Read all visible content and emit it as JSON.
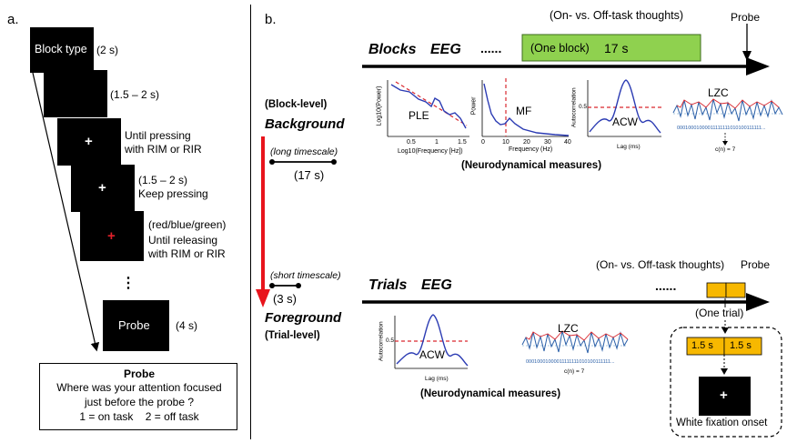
{
  "panel_a": {
    "label": "a.",
    "screens": [
      {
        "text": "Block type",
        "duration": "(2 s)"
      },
      {
        "text": "",
        "duration": "(1.5 – 2 s)"
      },
      {
        "text": "+",
        "note_line1": "Until pressing",
        "note_line2": "with RIM or RIR"
      },
      {
        "text": "+",
        "note_line1": "(1.5 – 2 s)",
        "note_line2": "Keep pressing"
      },
      {
        "text": "+",
        "note_line1": "(red/blue/green)",
        "note_line2": "Until releasing",
        "note_line3": "with RIM or RIR"
      },
      {
        "text": "Probe",
        "duration": "(4 s)"
      }
    ],
    "ellipsis": "⋮",
    "probe_box": {
      "title": "Probe",
      "line1": "Where was your attention focused",
      "line2": "just before the probe ?",
      "line3": "1 = on task    2 = off task"
    }
  },
  "panel_b": {
    "label": "b.",
    "top": {
      "header": "(On- vs. Off-task thoughts)",
      "probe": "Probe",
      "blocks": "Blocks",
      "eeg": "EEG",
      "dots": "......",
      "block_label": "(One block)",
      "block_duration": "17 s",
      "block_level": "(Block-level)",
      "background": "Background",
      "long_timescale": "(long timescale)",
      "long_duration": "(17 s)",
      "ple": "PLE",
      "mf": "MF",
      "acw": "ACW",
      "lzc": "LZC",
      "measures": "(Neurodynamical measures)",
      "ple_ylabel": "Log10(Power)",
      "ple_xlabel": "Log10(Frequency [Hz])",
      "ple_xticks": [
        "0.5",
        "1",
        "1.5"
      ],
      "mf_ylabel": "Power",
      "mf_xlabel": "Frequency (Hz)",
      "mf_xticks": [
        "0",
        "10",
        "20",
        "30",
        "40"
      ],
      "acw_ylabel": "Autocorrelation",
      "acw_xlabel": "Lag (ms)",
      "acw_ytick": "0.5",
      "lzc_bits": "00010001000011111111010100111111...",
      "lzc_count": "c(n) = 7"
    },
    "bottom": {
      "header": "(On- vs. Off-task thoughts)",
      "probe": "Probe",
      "trials": "Trials",
      "eeg": "EEG",
      "dots": "......",
      "short_timescale": "(short timescale)",
      "short_duration": "(3 s)",
      "foreground": "Foreground",
      "trial_level": "(Trial-level)",
      "one_trial": "(One trial)",
      "seg1": "1.5 s",
      "seg2": "1.5 s",
      "fixation_symbol": "+",
      "fixation_label": "White fixation onset",
      "acw": "ACW",
      "lzc": "LZC",
      "measures": "(Neurodynamical measures)",
      "acw_ylabel": "Autocorrelation",
      "acw_xlabel": "Lag (ms)",
      "acw_ytick": "0.5",
      "lzc_bits": "00010001000011111111010100111111...",
      "lzc_count": "c(n) = 7"
    }
  },
  "colors": {
    "green_block": "#8fd14f",
    "yellow_trial": "#f7b800",
    "red_arrow": "#e8141c",
    "blue_line": "#2b3bb3",
    "red_dash": "#d9282f",
    "red_cross": "#e0202a"
  }
}
